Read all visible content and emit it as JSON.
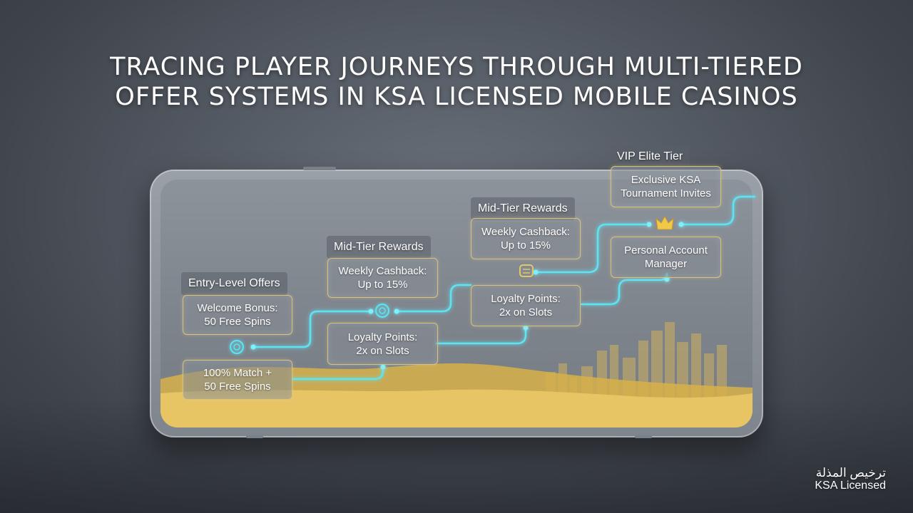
{
  "title": {
    "line1": "TRACING PLAYER JOURNEYS THROUGH MULTI-TIERED",
    "line2": "OFFER SYSTEMS IN KSA LICENSED MOBILE CASINOS"
  },
  "tiers": {
    "entry": {
      "label": "Entry-Level Offers",
      "card1": [
        "Welcome Bonus:",
        "50 Free Spins"
      ],
      "card2": [
        "100% Match +",
        "50 Free Spins"
      ]
    },
    "mid1": {
      "label": "Mid-Tier Rewards",
      "card1": [
        "Weekly Cashback:",
        "Up to 15%"
      ],
      "card2": [
        "Loyalty Points:",
        "2x on Slots"
      ]
    },
    "mid2": {
      "label": "Mid-Tier Rewards",
      "card1": [
        "Weekly Cashback:",
        "Up to 15%"
      ],
      "card2": [
        "Loyalty Points:",
        "2x on Slots"
      ]
    },
    "vip": {
      "label": "VIP Elite Tier",
      "card1": [
        "Exclusive KSA",
        "Tournament Invites"
      ],
      "card2": [
        "Personal Account",
        "Manager"
      ]
    }
  },
  "badge": {
    "arabic": "ترخيص المذلة",
    "english": "KSA Licensed"
  },
  "colors": {
    "path_glow": "#5fe3f2",
    "card_border": "#d8c27a",
    "dune": "#e3bd4f",
    "crown": "#f0c84a"
  },
  "icons": [
    "chip-icon",
    "chip-icon",
    "mask-icon",
    "crown-icon"
  ]
}
